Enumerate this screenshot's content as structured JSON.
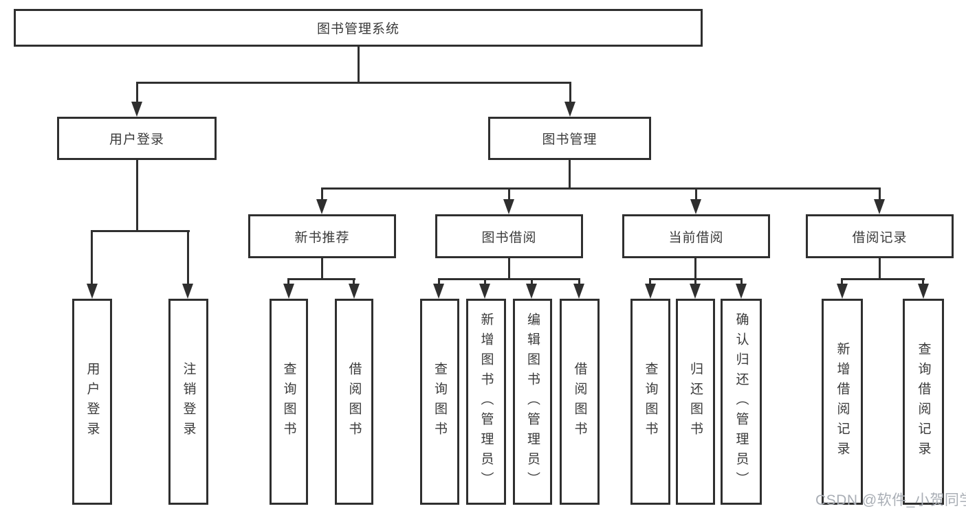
{
  "diagram": {
    "title": "图书管理系统",
    "branches": [
      {
        "label": "用户登录",
        "children": [
          "用户登录",
          "注销登录"
        ]
      },
      {
        "label": "图书管理",
        "modules": [
          {
            "label": "新书推荐",
            "children": [
              "查询图书",
              "借阅图书"
            ]
          },
          {
            "label": "图书借阅",
            "children": [
              "查询图书",
              "新增图书（管理员）",
              "编辑图书（管理员）",
              "借阅图书"
            ]
          },
          {
            "label": "当前借阅",
            "children": [
              "查询图书",
              "归还图书",
              "确认归还（管理员）"
            ]
          },
          {
            "label": "借阅记录",
            "children": [
              "新增借阅记录",
              "查询借阅记录"
            ]
          }
        ]
      }
    ],
    "watermark": "CSDN @软件_小贺同学",
    "colors": {
      "line": "#2f2f2f",
      "text": "#3a3a3a",
      "watermark": "#a9aeb5",
      "background": "#ffffff"
    }
  }
}
